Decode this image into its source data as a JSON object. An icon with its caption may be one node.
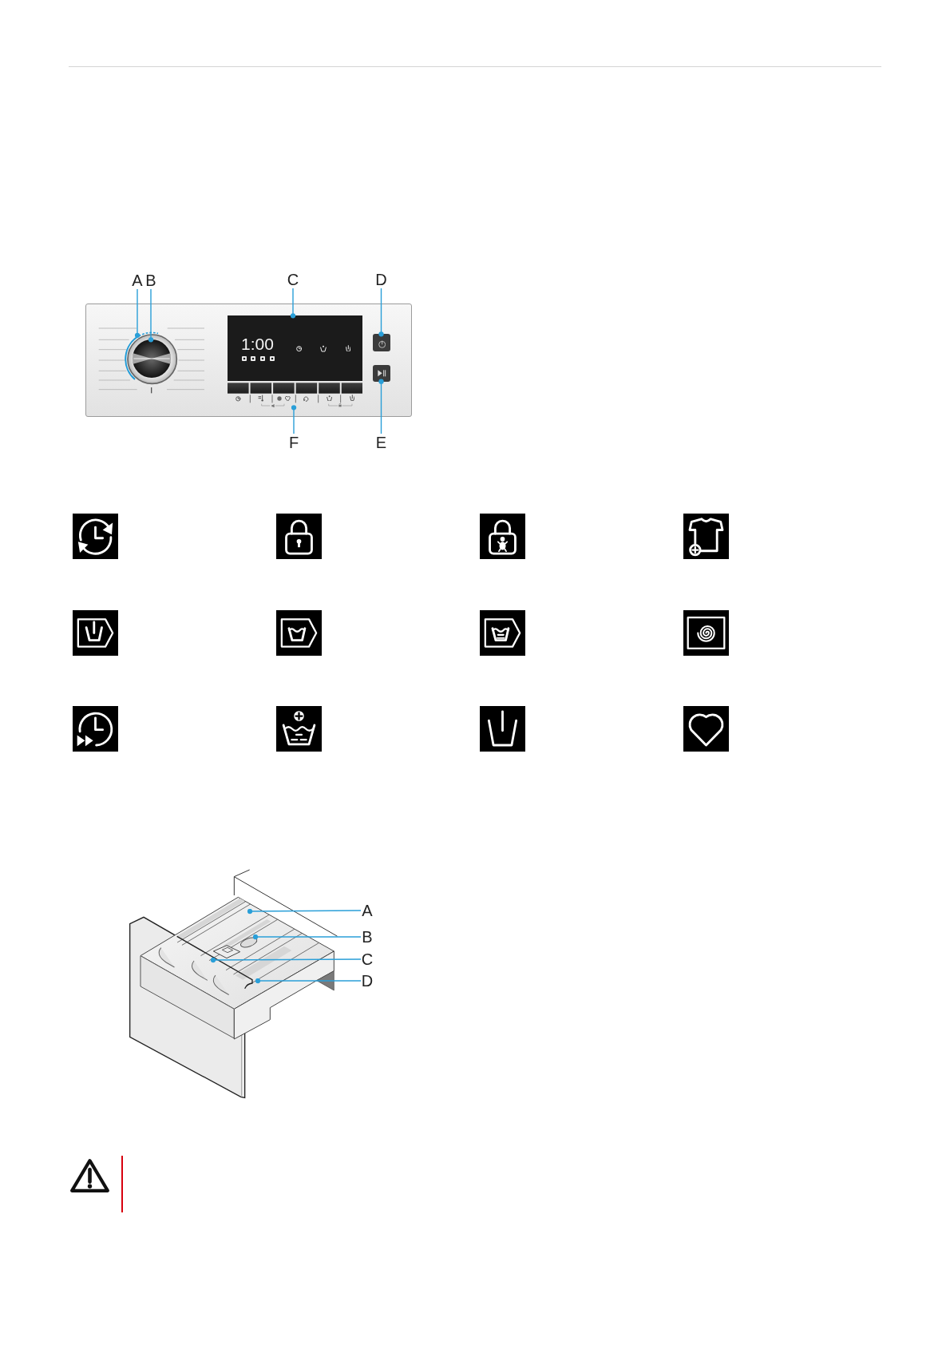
{
  "diagram": {
    "nodes": [
      {
        "text": [
          "A"
        ]
      },
      {
        "text": [
          "B"
        ]
      },
      {
        "text": [
          "C"
        ]
      },
      {
        "text": [
          "D"
        ]
      },
      {
        "text": [],
        "shape": "box"
      },
      {
        "text": [],
        "shape": "circle",
        "in": 4
      },
      {
        "text": [],
        "shape": "circle",
        "in": 5
      },
      {
        "text": [
          "1:00"
        ],
        "in": 4
      },
      {
        "text": [],
        "shape": "box",
        "in": 4
      },
      {
        "text": [],
        "shape": "bar",
        "in": 4
      },
      {
        "text": [],
        "shape": "box",
        "in": 4
      },
      {
        "text": [
          "F"
        ]
      },
      {
        "text": [
          "E"
        ]
      },
      {
        "text": [
          "A"
        ]
      },
      {
        "text": [
          "B"
        ]
      },
      {
        "text": [
          "C"
        ]
      },
      {
        "text": [
          "D"
        ]
      }
    ],
    "edges": [
      {
        "from": 0,
        "to": 5,
        "arrow": "other"
      },
      {
        "from": 1,
        "to": 6,
        "arrow": "other"
      },
      {
        "from": 2,
        "to": 7,
        "arrow": "other"
      },
      {
        "from": 3,
        "to": 8,
        "arrow": "other"
      },
      {
        "from": 11,
        "to": 9,
        "arrow": "other"
      },
      {
        "from": 12,
        "to": 10,
        "arrow": "other"
      },
      {
        "from": 13,
        "to": null,
        "arrow": "other"
      },
      {
        "from": 14,
        "to": null,
        "arrow": "other"
      },
      {
        "from": 15,
        "to": null,
        "arrow": "other"
      },
      {
        "from": 16,
        "to": null,
        "arrow": "other"
      }
    ]
  }
}
